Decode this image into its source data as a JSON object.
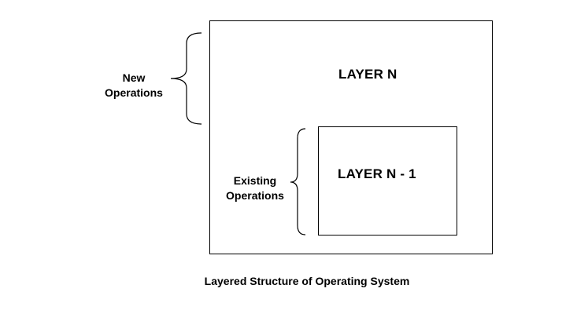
{
  "diagram": {
    "outer_layer": {
      "label": "LAYER N"
    },
    "inner_layer": {
      "label": "LAYER N - 1"
    },
    "new_operations": {
      "line1": "New",
      "line2": "Operations"
    },
    "existing_operations": {
      "line1": "Existing",
      "line2": "Operations"
    },
    "caption": "Layered Structure of Operating System"
  },
  "colors": {
    "stroke": "#000000",
    "background": "#ffffff"
  }
}
